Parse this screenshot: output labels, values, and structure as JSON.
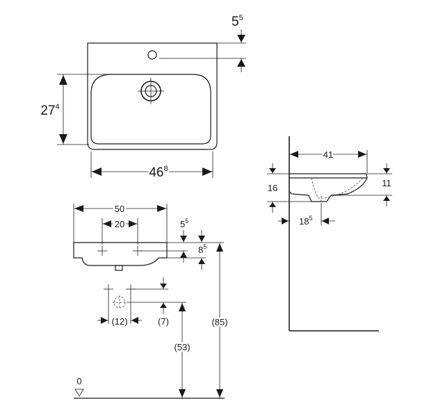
{
  "top_view": {
    "dim_width": {
      "main": "46",
      "sup": "8"
    },
    "dim_depth": {
      "main": "27",
      "sup": "4"
    },
    "dim_tap_offset": {
      "main": "5",
      "sup": "5"
    }
  },
  "front_view": {
    "dim_bracket_span": "50",
    "dim_bracket_spacing": "20",
    "dim_top_offset": {
      "main": "5",
      "sup": "5"
    },
    "dim_rim_height": {
      "main": "8",
      "sup": "5"
    },
    "dim_outlet_spacing": "(12)",
    "dim_outlet_drop": "(7)",
    "dim_outlet_height": "(53)",
    "dim_rim_total_height": "(85)",
    "floor_label": "0"
  },
  "side_view": {
    "dim_projection": "41",
    "dim_height_left": "16",
    "dim_height_right": "11",
    "dim_outlet_distance": {
      "main": "18",
      "sup": "5"
    }
  }
}
